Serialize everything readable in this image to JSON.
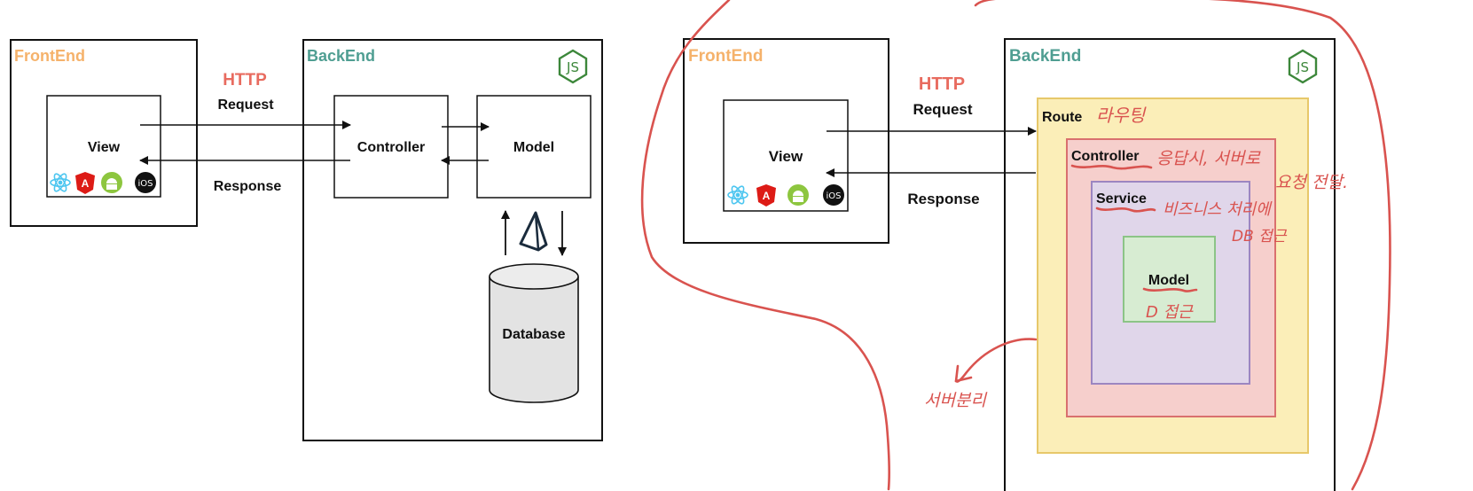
{
  "left_diagram": {
    "frontend_label": "FrontEnd",
    "backend_label": "BackEnd",
    "http_label": "HTTP",
    "request_label": "Request",
    "response_label": "Response",
    "view_label": "View",
    "controller_label": "Controller",
    "model_label": "Model",
    "database_label": "Database",
    "ios_badge": "iOS",
    "angular_badge": "A"
  },
  "right_diagram": {
    "frontend_label": "FrontEnd",
    "backend_label": "BackEnd",
    "http_label": "HTTP",
    "request_label": "Request",
    "response_label": "Response",
    "view_label": "View",
    "route_label": "Route",
    "controller_label": "Controller",
    "service_label": "Service",
    "model_label": "Model",
    "ios_badge": "iOS",
    "angular_badge": "A"
  },
  "handwritten_notes": {
    "route_note": "라우팅",
    "controller_note_1": "응답시, 서버로",
    "controller_note_2": "요청 전달.",
    "service_note_1": "비즈니스 처리에",
    "service_note_2": "DB 접근",
    "model_note": "D 접근",
    "server_note": "서버분리"
  },
  "colors": {
    "frontend": "#f5b26b",
    "backend": "#4f9e92",
    "http": "#e86b5f",
    "route_fill": "#fbeeb8",
    "route_stroke": "#e7c86a",
    "controller_fill": "#f6cfcc",
    "controller_stroke": "#d9706e",
    "service_fill": "#e0d6ea",
    "service_stroke": "#9c86c1",
    "model_fill": "#d7ecd2",
    "model_stroke": "#8cc487",
    "annotation": "#d9534f",
    "react": "#4dc6f0",
    "angular": "#dd1b16",
    "android": "#8dc63f",
    "ios": "#111111",
    "node_green": "#3c873a"
  },
  "icons": [
    "react-icon",
    "angular-icon",
    "android-icon",
    "ios-icon",
    "nodejs-icon",
    "prisma-icon",
    "database-cylinder"
  ]
}
